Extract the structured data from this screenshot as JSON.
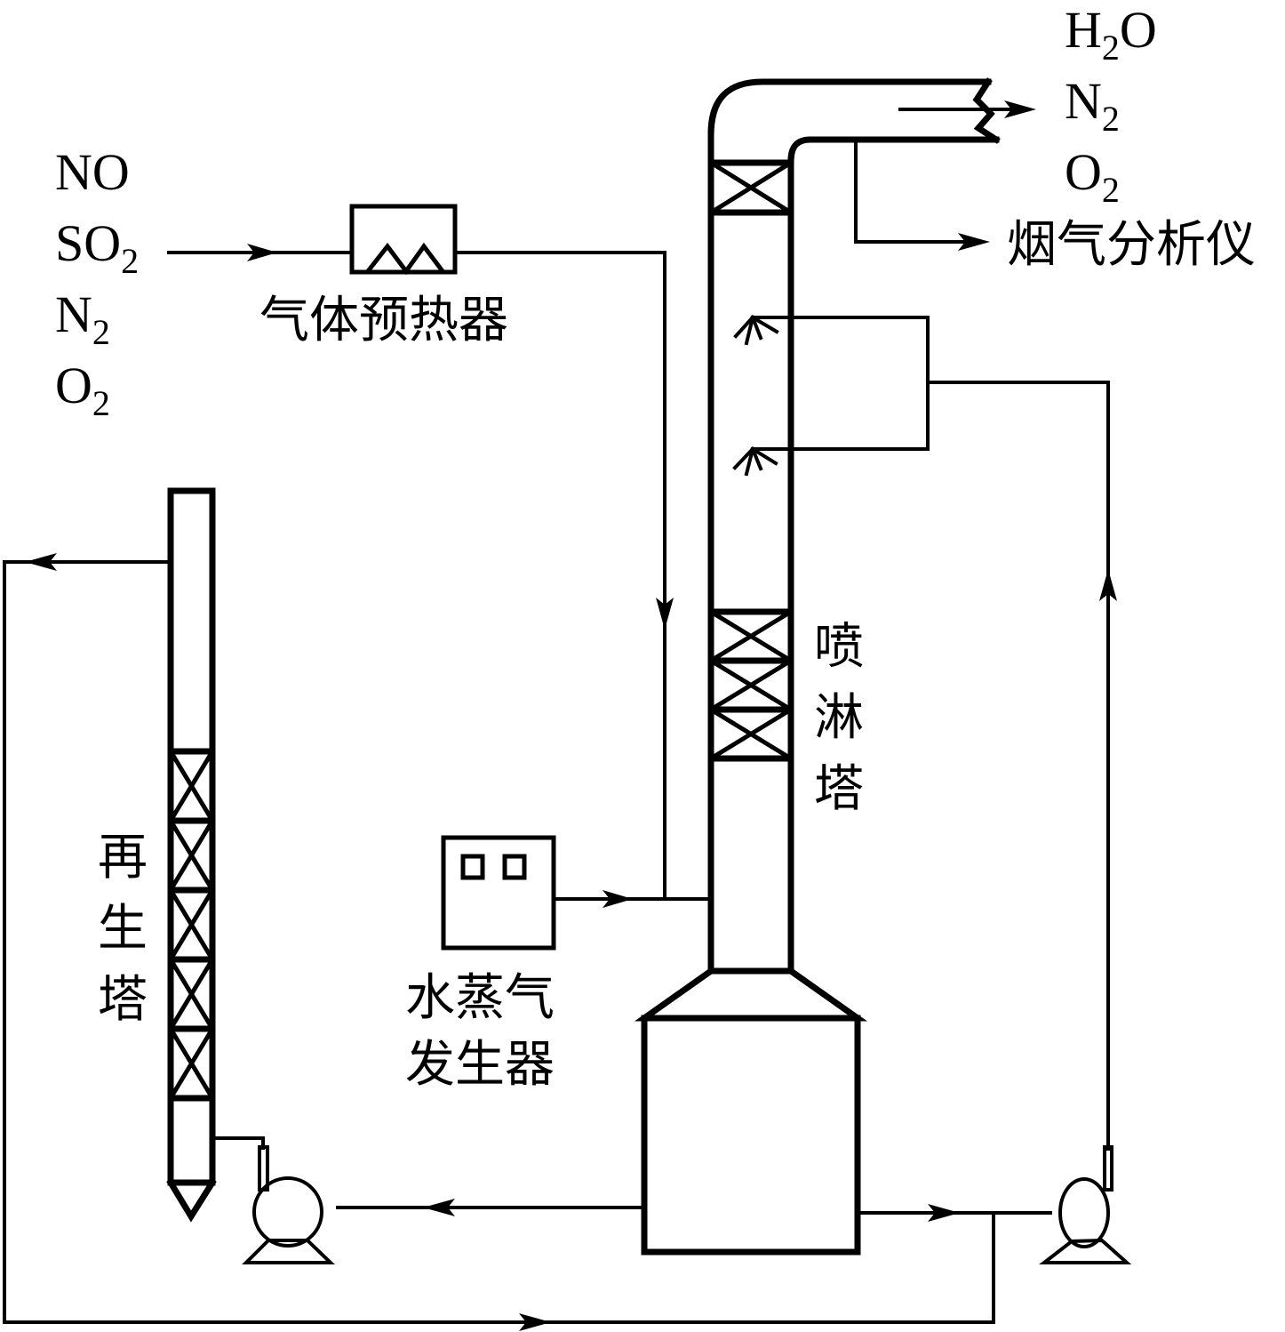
{
  "diagram": {
    "title": "喷淋塔脱硫脱硝工艺流程图",
    "inlet_gas": {
      "components": [
        {
          "base": "NO",
          "sub": ""
        },
        {
          "base": "SO",
          "sub": "2"
        },
        {
          "base": "N",
          "sub": "2"
        },
        {
          "base": "O",
          "sub": "2"
        }
      ]
    },
    "outlet_gas": {
      "components": [
        {
          "base": "H",
          "sub": "2",
          "tail": "O"
        },
        {
          "base": "N",
          "sub": "2",
          "tail": ""
        },
        {
          "base": "O",
          "sub": "2",
          "tail": ""
        }
      ]
    },
    "labels": {
      "gas_preheater": "气体预热器",
      "flue_gas_analyzer": "烟气分析仪",
      "spray_tower": "喷淋塔",
      "regeneration_tower": "再生塔",
      "steam_generator_line1": "水蒸气",
      "steam_generator_line2": "发生器"
    },
    "equipment": [
      "gas_preheater",
      "spray_tower",
      "regeneration_tower",
      "steam_generator",
      "liquid_tank",
      "left_pump",
      "right_pump",
      "flue_gas_analyzer"
    ],
    "colors": {
      "line": "#000000",
      "background": "#ffffff"
    }
  }
}
